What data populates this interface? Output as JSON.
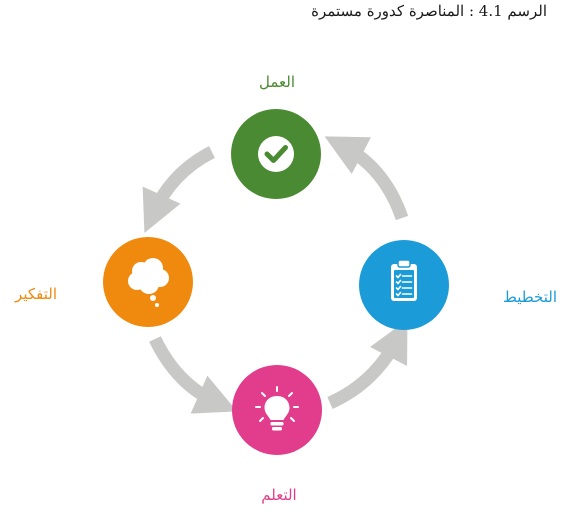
{
  "caption": "الرسم 4.1 : المناصرة كدورة مستمرة",
  "nodes": [
    {
      "key": "act",
      "label": "العمل",
      "color": "#4a8a32",
      "icon": "checkmark-icon"
    },
    {
      "key": "plan",
      "label": "التخطيط",
      "color": "#1b9bd7",
      "icon": "clipboard-icon"
    },
    {
      "key": "learn",
      "label": "التعلم",
      "color": "#e23c8c",
      "icon": "lightbulb-icon"
    },
    {
      "key": "think",
      "label": "التفكير",
      "color": "#ef8a0f",
      "icon": "thought-cloud-icon"
    }
  ],
  "arrow_color": "#c8c8c6"
}
